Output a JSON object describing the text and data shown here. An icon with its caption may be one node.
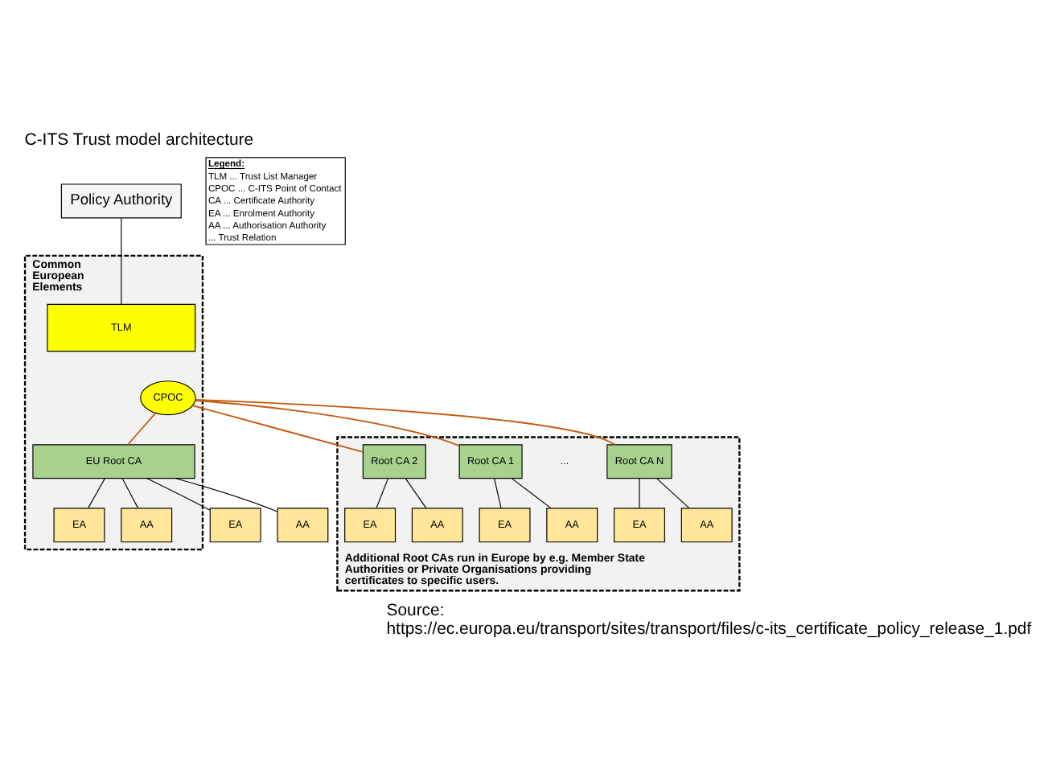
{
  "diagram": {
    "title": "C-ITS Trust model architecture",
    "caption": "Source: https://ec.europa.eu/transport/sites/transport/files/c-its_certificate_policy_release_1.pdf",
    "nodes": [
      {
        "text": [
          "Policy Authority"
        ]
      },
      {
        "text": [
          "Common European Elements"
        ]
      },
      {
        "text": [
          "TLM"
        ],
        "in": 1
      },
      {
        "text": [
          "CPOC"
        ],
        "in": 1
      },
      {
        "text": [
          "EU Root CA"
        ],
        "in": 1
      },
      {
        "text": [
          "EA"
        ],
        "in": 1
      },
      {
        "text": [
          "AA"
        ],
        "in": 1
      },
      {
        "text": [
          "EA"
        ]
      },
      {
        "text": [
          "AA"
        ]
      },
      {
        "text": [
          "Additional Root CAs run in Europe by e.g. Member State Authorities or Private Organisations providing certificates to specific users."
        ]
      },
      {
        "text": [
          "Root CA 1"
        ],
        "in": 9
      },
      {
        "text": [
          "Root CA 2"
        ],
        "in": 9
      },
      {
        "text": [
          "Root CA N"
        ],
        "in": 9
      },
      {
        "text": [
          "EA"
        ],
        "in": 9
      },
      {
        "text": [
          "AA"
        ],
        "in": 9
      },
      {
        "text": [
          "EA"
        ],
        "in": 9
      },
      {
        "text": [
          "AA"
        ],
        "in": 9
      },
      {
        "text": [
          "EA"
        ],
        "in": 9
      },
      {
        "text": [
          "AA"
        ],
        "in": 9
      }
    ],
    "edges": [
      {
        "from": 0,
        "to": 2,
        "arrow": "none"
      },
      {
        "from": 3,
        "to": 4,
        "arrow": "none",
        "color": "#c55a11"
      },
      {
        "from": 3,
        "to": 10,
        "arrow": "none",
        "color": "#c55a11"
      },
      {
        "from": 3,
        "to": 11,
        "arrow": "none",
        "color": "#c55a11"
      },
      {
        "from": 3,
        "to": 12,
        "arrow": "none",
        "color": "#c55a11"
      },
      {
        "from": 4,
        "to": 5,
        "arrow": "none"
      },
      {
        "from": 4,
        "to": 6,
        "arrow": "none"
      },
      {
        "from": 4,
        "to": 7,
        "arrow": "none"
      },
      {
        "from": 4,
        "to": 8,
        "arrow": "none"
      },
      {
        "from": 10,
        "to": 13,
        "arrow": "none"
      },
      {
        "from": 10,
        "to": 14,
        "arrow": "none"
      },
      {
        "from": 11,
        "to": 15,
        "arrow": "none"
      },
      {
        "from": 11,
        "to": 16,
        "arrow": "none"
      },
      {
        "from": 12,
        "to": 17,
        "arrow": "none"
      },
      {
        "from": 12,
        "to": 18,
        "arrow": "none"
      }
    ],
    "labels": [
      "...",
      "Legend:"
    ],
    "legend": [
      {
        "text": "TLM ... Trust List Manager"
      },
      {
        "text": "CPOC ... C-ITS Point of Contact"
      },
      {
        "text": "CA ... Certificate Authority"
      },
      {
        "text": "EA ... Enrolment Authority"
      },
      {
        "text": "AA ... Authorisation Authority"
      },
      {
        "text": "... Trust Relation"
      }
    ]
  }
}
